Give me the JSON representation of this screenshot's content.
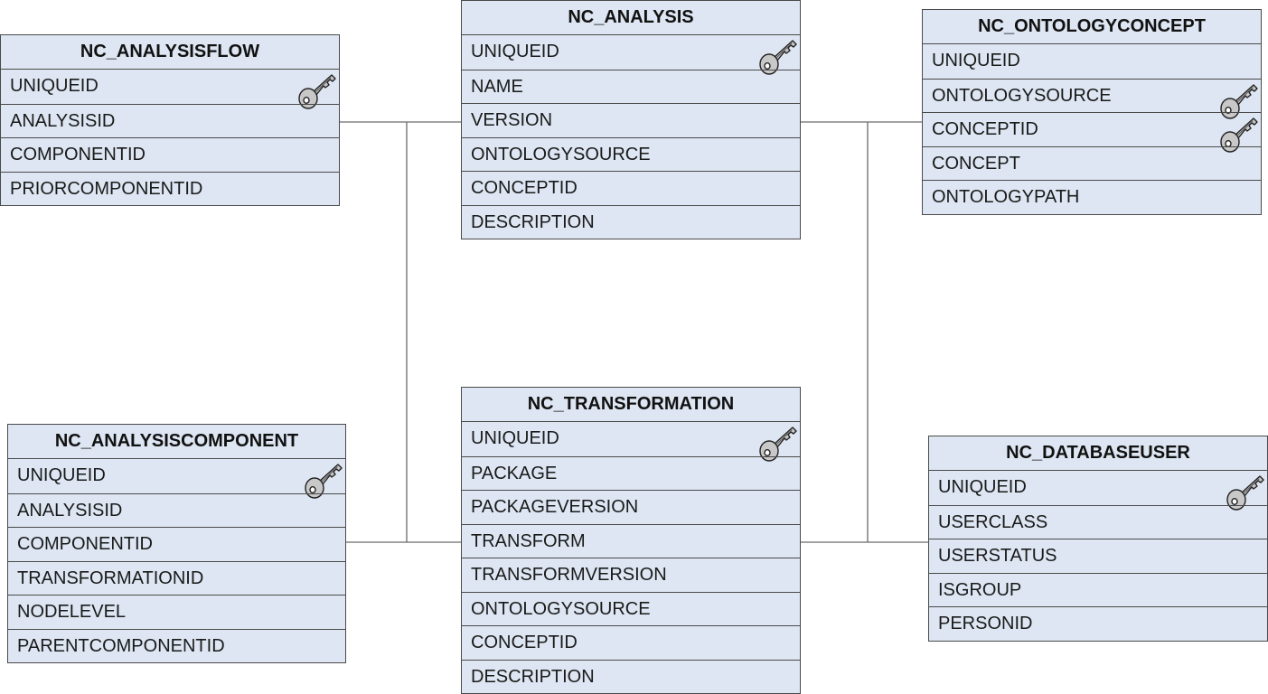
{
  "colors": {
    "entity_fill": "#dde6f2",
    "entity_border": "#4a4a4a",
    "connector": "#6b6b6b",
    "key_fill": "#c8c8c8"
  },
  "tables": [
    {
      "id": "nc-analysisflow",
      "name": "NC_ANALYSISFLOW",
      "columns": [
        {
          "name": "UNIQUEID",
          "key": true
        },
        {
          "name": "ANALYSISID",
          "key": false
        },
        {
          "name": "COMPONENTID",
          "key": false
        },
        {
          "name": "PRIORCOMPONENTID",
          "key": false
        }
      ]
    },
    {
      "id": "nc-analysis",
      "name": "NC_ANALYSIS",
      "columns": [
        {
          "name": "UNIQUEID",
          "key": true
        },
        {
          "name": "NAME",
          "key": false
        },
        {
          "name": "VERSION",
          "key": false
        },
        {
          "name": "ONTOLOGYSOURCE",
          "key": false
        },
        {
          "name": "CONCEPTID",
          "key": false
        },
        {
          "name": "DESCRIPTION",
          "key": false
        }
      ]
    },
    {
      "id": "nc-ontologyconcept",
      "name": "NC_ONTOLOGYCONCEPT",
      "columns": [
        {
          "name": "UNIQUEID",
          "key": false
        },
        {
          "name": "ONTOLOGYSOURCE",
          "key": true
        },
        {
          "name": "CONCEPTID",
          "key": true
        },
        {
          "name": "CONCEPT",
          "key": false
        },
        {
          "name": "ONTOLOGYPATH",
          "key": false
        }
      ]
    },
    {
      "id": "nc-analysiscomponent",
      "name": "NC_ANALYSISCOMPONENT",
      "columns": [
        {
          "name": "UNIQUEID",
          "key": true
        },
        {
          "name": "ANALYSISID",
          "key": false
        },
        {
          "name": "COMPONENTID",
          "key": false
        },
        {
          "name": "TRANSFORMATIONID",
          "key": false
        },
        {
          "name": "NODELEVEL",
          "key": false
        },
        {
          "name": "PARENTCOMPONENTID",
          "key": false
        }
      ]
    },
    {
      "id": "nc-transformation",
      "name": "NC_TRANSFORMATION",
      "columns": [
        {
          "name": "UNIQUEID",
          "key": true
        },
        {
          "name": "PACKAGE",
          "key": false
        },
        {
          "name": "PACKAGEVERSION",
          "key": false
        },
        {
          "name": "TRANSFORM",
          "key": false
        },
        {
          "name": "TRANSFORMVERSION",
          "key": false
        },
        {
          "name": "ONTOLOGYSOURCE",
          "key": false
        },
        {
          "name": "CONCEPTID",
          "key": false
        },
        {
          "name": "DESCRIPTION",
          "key": false
        }
      ]
    },
    {
      "id": "nc-databaseuser",
      "name": "NC_DATABASEUSER",
      "columns": [
        {
          "name": "UNIQUEID",
          "key": true
        },
        {
          "name": "USERCLASS",
          "key": false
        },
        {
          "name": "USERSTATUS",
          "key": false
        },
        {
          "name": "ISGROUP",
          "key": false
        },
        {
          "name": "PERSONID",
          "key": false
        }
      ]
    }
  ]
}
